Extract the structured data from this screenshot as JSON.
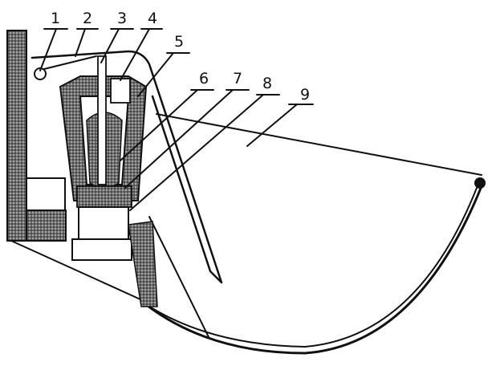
{
  "labels": [
    "1",
    "2",
    "3",
    "4",
    "5",
    "6",
    "7",
    "8",
    "9"
  ],
  "colors": {
    "ink": "#111111",
    "hatch": "#444444",
    "paper": "#ffffff"
  }
}
